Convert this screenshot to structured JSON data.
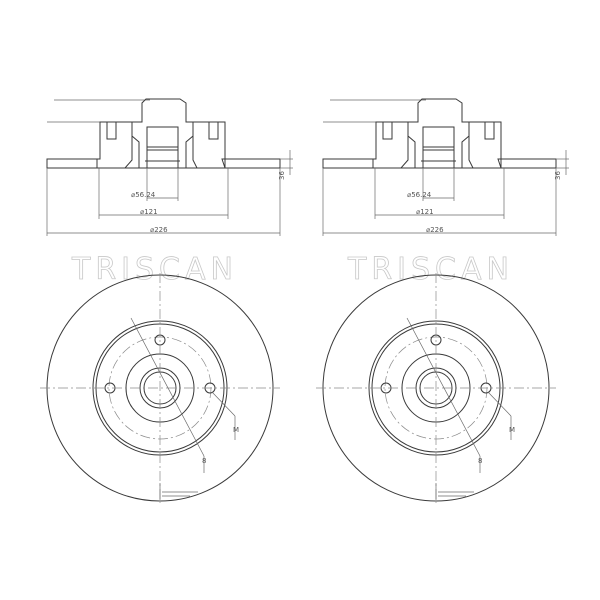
{
  "drawing": {
    "brand_watermark": "TRISCAN",
    "views": [
      {
        "id": "left",
        "section": {
          "dim_bore": "⌀56.24",
          "dim_bolt_circle": "⌀121",
          "dim_outer": "⌀226",
          "dim_thickness": "36"
        },
        "front": {
          "label_bolt": "M",
          "label_offset": "8"
        }
      },
      {
        "id": "right",
        "section": {
          "dim_bore": "⌀56.24",
          "dim_bolt_circle": "⌀121",
          "dim_outer": "⌀226",
          "dim_thickness": "36"
        },
        "front": {
          "label_bolt": "M",
          "label_offset": "8"
        }
      }
    ]
  }
}
